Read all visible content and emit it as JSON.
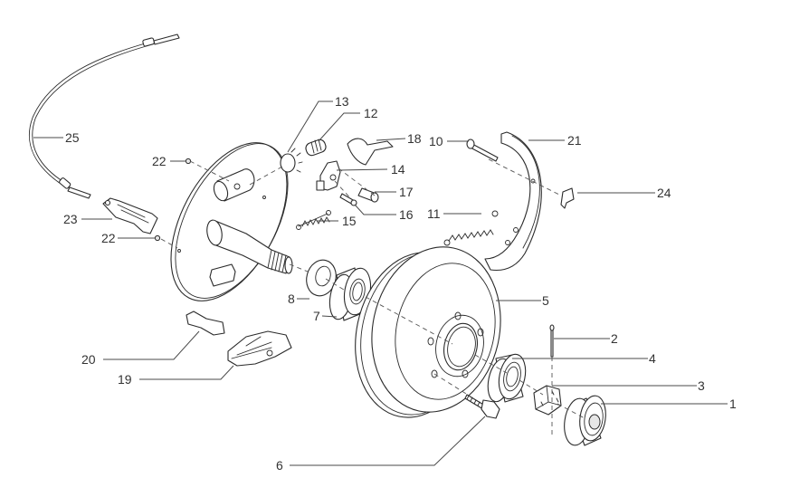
{
  "diagram": {
    "title": "Brake drum assembly exploded view",
    "line_color": "#2b2b2b",
    "label_color": "#333333",
    "background": "#ffffff",
    "callouts": [
      {
        "id": "c1",
        "label": "1",
        "part": "hub-cap"
      },
      {
        "id": "c2",
        "label": "2",
        "part": "split-pin"
      },
      {
        "id": "c3",
        "label": "3",
        "part": "castle-nut"
      },
      {
        "id": "c4",
        "label": "4",
        "part": "outer-bearing"
      },
      {
        "id": "c5",
        "label": "5",
        "part": "brake-drum"
      },
      {
        "id": "c6",
        "label": "6",
        "part": "wheel-bolt"
      },
      {
        "id": "c7",
        "label": "7",
        "part": "inner-bearing"
      },
      {
        "id": "c8",
        "label": "8",
        "part": "seal-washer"
      },
      {
        "id": "c10",
        "label": "10",
        "part": "shoe-pin"
      },
      {
        "id": "c11",
        "label": "11",
        "part": "shoe-return-spring"
      },
      {
        "id": "c12",
        "label": "12",
        "part": "adjuster-screw"
      },
      {
        "id": "c13",
        "label": "13",
        "part": "adjuster-wheel"
      },
      {
        "id": "c14",
        "label": "14",
        "part": "expander-lever"
      },
      {
        "id": "c15",
        "label": "15",
        "part": "adjuster-spring"
      },
      {
        "id": "c16",
        "label": "16",
        "part": "lever-pin"
      },
      {
        "id": "c17",
        "label": "17",
        "part": "pivot-pin"
      },
      {
        "id": "c18",
        "label": "18",
        "part": "lever-clip"
      },
      {
        "id": "c19",
        "label": "19",
        "part": "expander-assembly"
      },
      {
        "id": "c20",
        "label": "20",
        "part": "expander-wedge"
      },
      {
        "id": "c21",
        "label": "21",
        "part": "brake-shoe"
      },
      {
        "id": "c22a",
        "label": "22",
        "part": "nut-upper"
      },
      {
        "id": "c22b",
        "label": "22",
        "part": "nut-lower"
      },
      {
        "id": "c23",
        "label": "23",
        "part": "cable-bracket"
      },
      {
        "id": "c24",
        "label": "24",
        "part": "shoe-retainer-clip"
      },
      {
        "id": "c25",
        "label": "25",
        "part": "brake-cable"
      }
    ]
  }
}
